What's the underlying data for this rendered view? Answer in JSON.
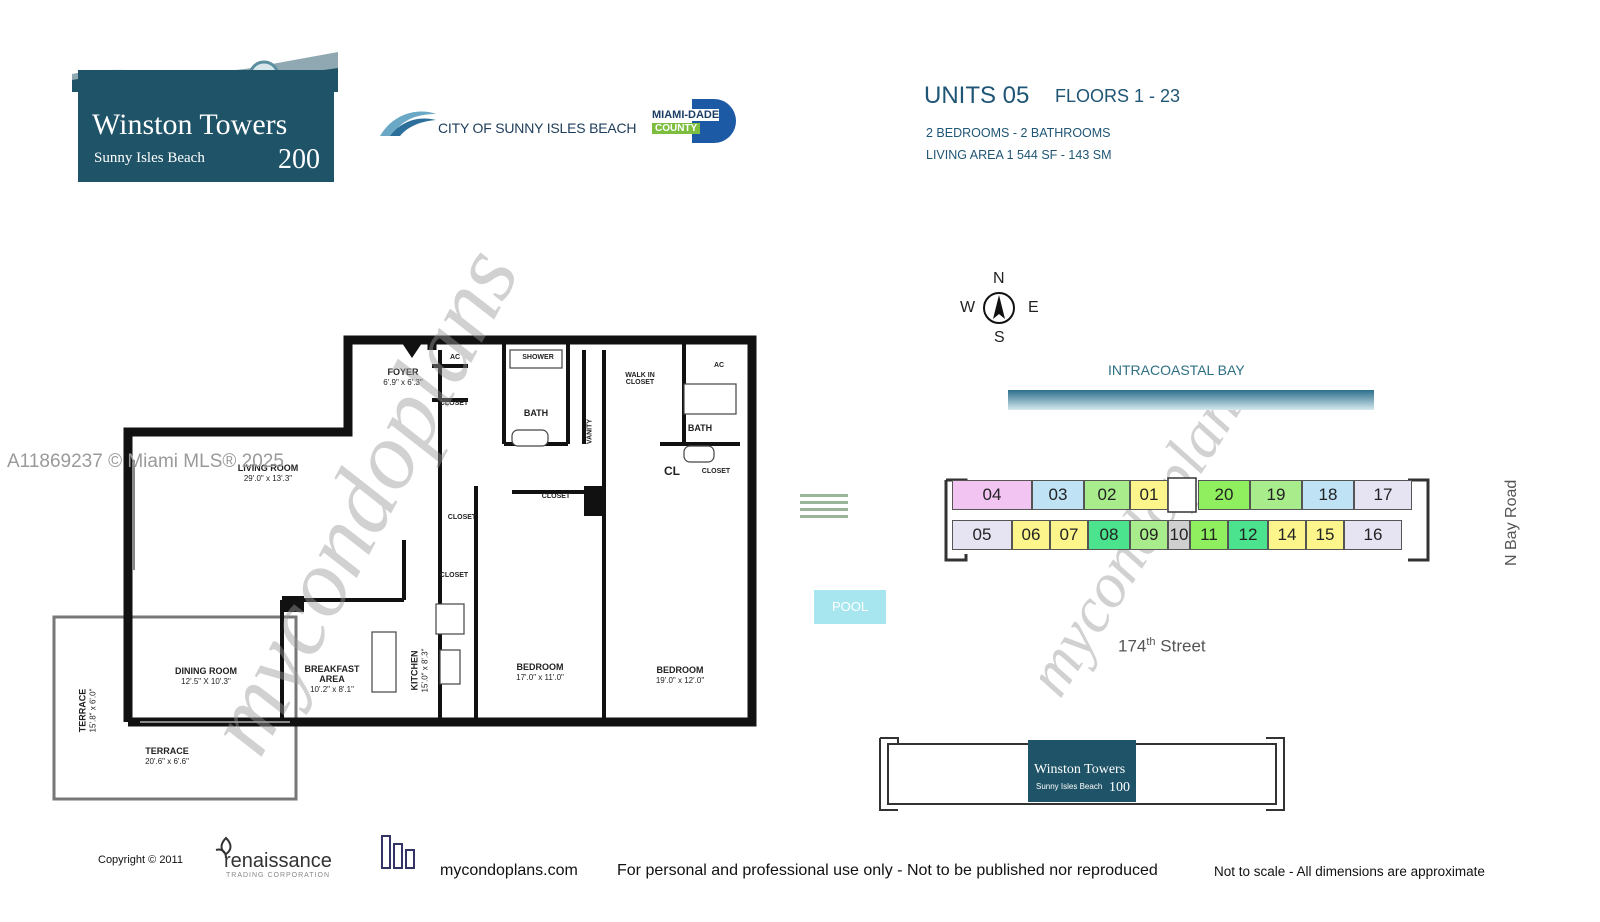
{
  "header": {
    "logo_title": "Winston Towers",
    "logo_subtitle": "Sunny Isles Beach",
    "logo_number": "200",
    "city": "CITY OF SUNNY ISLES BEACH",
    "county_top": "MIAMI-DADE",
    "county_bottom": "COUNTY",
    "units": "UNITS 05",
    "floors": "FLOORS 1 - 23",
    "rooms": "2 BEDROOMS - 2 BATHROOMS",
    "area": "LIVING AREA  1 544 SF - 143 SM"
  },
  "watermark": "A11869237 © Miami MLS® 2025",
  "rooms": {
    "foyer": "FOYER",
    "foyer_dim": "6'.9\" x 6'.3\"",
    "ac1": "AC",
    "ac2": "AC",
    "closet_foyer": "CLOSET",
    "shower": "SHOWER",
    "bath1": "BATH",
    "vanity": "VANITY",
    "walkin": "WALK IN CLOSET",
    "bath2": "BATH",
    "cl": "CL",
    "closet_bath2": "CLOSET",
    "living": "LIVING ROOM",
    "living_dim": "29'.0\" x 13'.3\"",
    "closet_a": "CLOSET",
    "closet_b": "CLOSET",
    "closet_bed": "CLOSET",
    "dining": "DINING ROOM",
    "dining_dim": "12'.5\" X 10'.3\"",
    "breakfast": "BREAKFAST AREA",
    "breakfast_dim": "10'.2\" x 8'.1\"",
    "kitchen": "KITCHEN",
    "kitchen_dim": "15'.0\" x 8'.3\"",
    "bed1": "BEDROOM",
    "bed1_dim": "17'.0\" x 11'.0\"",
    "bed2": "BEDROOM",
    "bed2_dim": "19'.0\" x 12'.0\"",
    "terrace_v": "TERRACE",
    "terrace_v_dim": "15'.8\" x 6'.0\"",
    "terrace": "TERRACE",
    "terrace_dim": "20'.6\" x 6'.6\""
  },
  "site": {
    "compass": {
      "n": "N",
      "s": "S",
      "w": "W",
      "e": "E"
    },
    "bay": "INTRACOASTAL BAY",
    "units_top": [
      {
        "label": "04",
        "color": "#f2c4f2"
      },
      {
        "label": "03",
        "color": "#bfe3f5"
      },
      {
        "label": "02",
        "color": "#a8ec8c"
      },
      {
        "label": "01",
        "color": "#fbf58c"
      },
      {
        "label": "20",
        "color": "#8fef5e"
      },
      {
        "label": "19",
        "color": "#a8ec8c"
      },
      {
        "label": "18",
        "color": "#bfe3f5"
      },
      {
        "label": "17",
        "color": "#e6e4f3"
      }
    ],
    "units_bottom": [
      {
        "label": "05",
        "color": "#e6e4f3"
      },
      {
        "label": "06",
        "color": "#fbf58c"
      },
      {
        "label": "07",
        "color": "#fbf58c"
      },
      {
        "label": "08",
        "color": "#4be38e"
      },
      {
        "label": "09",
        "color": "#a8ec8c"
      },
      {
        "label": "10",
        "color": "#cfcfcf"
      },
      {
        "label": "11",
        "color": "#8fef5e"
      },
      {
        "label": "12",
        "color": "#4be38e"
      },
      {
        "label": "14",
        "color": "#fbf58c"
      },
      {
        "label": "15",
        "color": "#fbf58c"
      },
      {
        "label": "16",
        "color": "#e6e4f3"
      }
    ],
    "pool": "POOL",
    "street": "174",
    "street_sup": "th",
    "street_suffix": "Street",
    "road": "N Bay Road",
    "bld100_title": "Winston Towers",
    "bld100_sub": "Sunny Isles Beach",
    "bld100_num": "100"
  },
  "footer": {
    "copyright": "Copyright",
    "year": "2011",
    "renaissance": "renaissance",
    "trading": "TRADING CORPORATION",
    "site": "mycondoplans.com",
    "notice": "For personal and professional use only - Not to be published nor reproduced",
    "scale": "Not to scale - All dimensions are approximate"
  }
}
